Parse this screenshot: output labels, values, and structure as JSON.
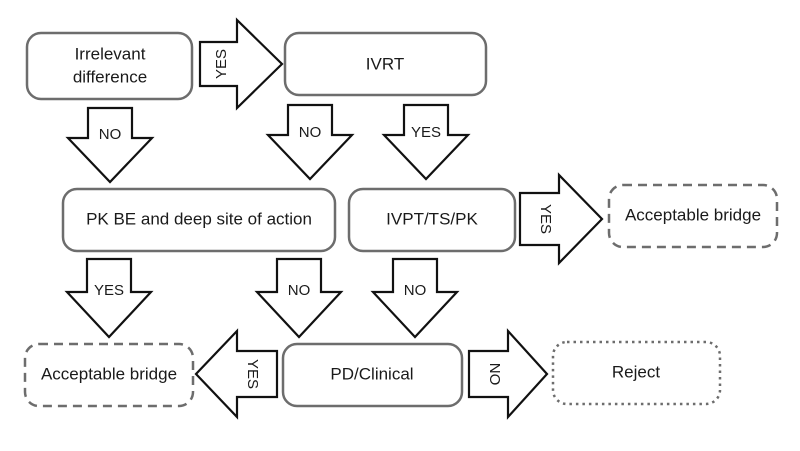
{
  "nodes": {
    "irrelevant_line1": "Irrelevant",
    "irrelevant_line2": "difference",
    "ivrt": "IVRT",
    "pk_be": "PK BE and deep site of action",
    "ivpt": "IVPT/TS/PK",
    "acceptable_right": "Acceptable bridge",
    "acceptable_left": "Acceptable bridge",
    "pd_clinical": "PD/Clinical",
    "reject": "Reject"
  },
  "arrows": {
    "irrelevant_to_ivrt": "YES",
    "irrelevant_down": "NO",
    "ivrt_no": "NO",
    "ivrt_yes": "YES",
    "ivpt_to_acceptable": "YES",
    "pk_yes": "YES",
    "pk_no": "NO",
    "ivpt_no": "NO",
    "pd_to_acceptable": "YES",
    "pd_to_reject": "NO"
  }
}
